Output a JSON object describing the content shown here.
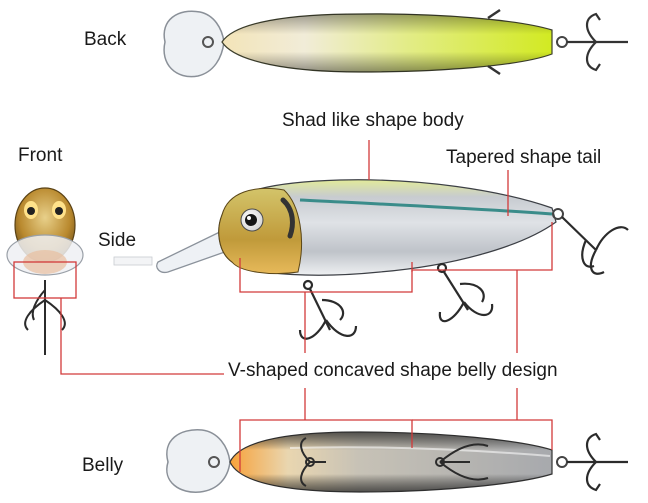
{
  "views": {
    "back": "Back",
    "front": "Front",
    "side": "Side",
    "belly": "Belly"
  },
  "callouts": {
    "body": "Shad like shape body",
    "tail": "Tapered shape tail",
    "belly_design": "V-shaped concaved shape belly design"
  },
  "colors": {
    "callout_line": "#d23a3a",
    "chartreuse": "#d6ec2a",
    "gold": "#c9992e",
    "silver": "#c9ccd1",
    "stripe": "#3a8c8a"
  }
}
